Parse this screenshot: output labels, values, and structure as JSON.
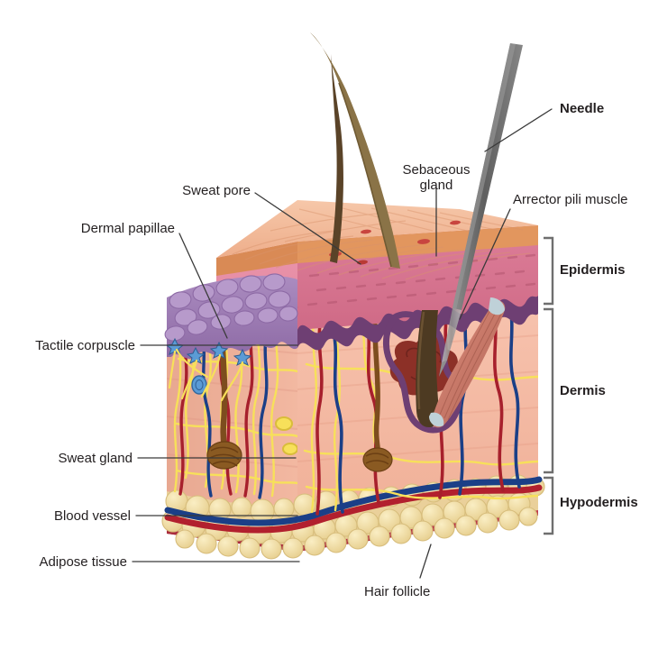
{
  "figure": {
    "title": "Cross-section of human skin with hypodermic needle",
    "background": "#ffffff"
  },
  "labels": {
    "needle": "Needle",
    "sebaceous_gland": "Sebaceous\ngland",
    "arrector_pili": "Arrector pili muscle",
    "sweat_pore": "Sweat pore",
    "dermal_papillae": "Dermal papillae",
    "tactile_corpuscle": "Tactile corpuscle",
    "sweat_gland": "Sweat gland",
    "blood_vessel": "Blood vessel",
    "adipose_tissue": "Adipose tissue",
    "hair_follicle": "Hair follicle"
  },
  "layers": [
    {
      "id": "epidermis",
      "label": "Epidermis"
    },
    {
      "id": "dermis",
      "label": "Dermis"
    },
    {
      "id": "hypodermis",
      "label": "Hypodermis"
    }
  ],
  "colors": {
    "text": "#231f20",
    "leader_line": "#3a3a3a",
    "bracket": "#6f6f6f",
    "epidermis_surface": "#f2b999",
    "epidermis_surface_shade": "#e8a482",
    "stratum_corneum": "#e2965e",
    "epidermis_body": "#d7718d",
    "epidermis_body_left": "#e78fa6",
    "basal_layer": "#6e3f73",
    "papillae_cells": "#a285b8",
    "dermis_fill": "#f4b9a3",
    "dermis_left_fill": "#edae98",
    "adipose": "#f0dca0",
    "adipose_outline": "#d9bf7a",
    "muscle_base": "#c0394b",
    "artery": "#b2202e",
    "vein": "#1b3f87",
    "nerve": "#f7e05a",
    "hair_dark": "#5a4328",
    "hair_light": "#8a7347",
    "sweat_gland": "#8a5a22",
    "sebaceous_gland": "#8c3027",
    "arrector_muscle": "#c9796a",
    "needle": "#6e6e6e",
    "corpuscle": "#5b9bd5"
  }
}
